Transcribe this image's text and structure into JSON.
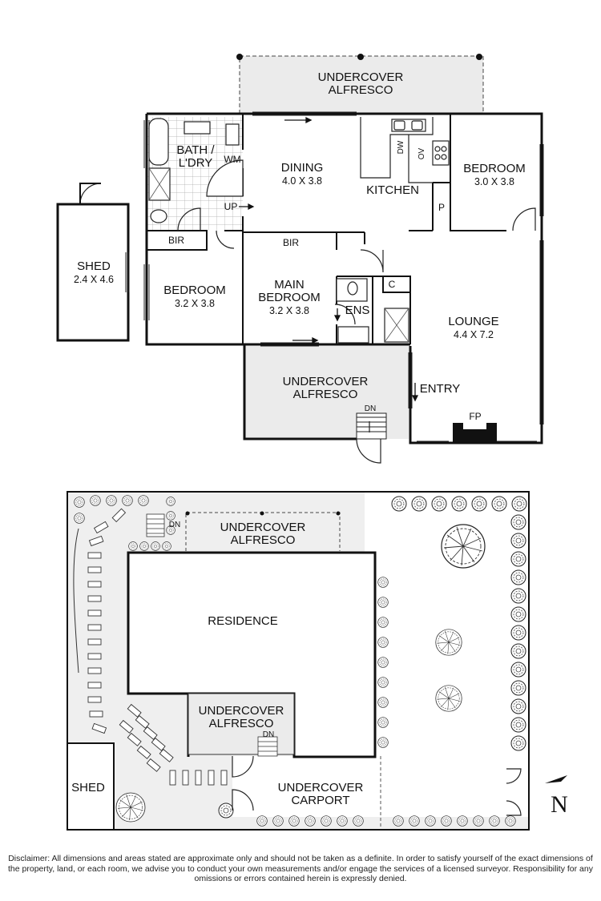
{
  "floor_plan": {
    "alfresco_top": {
      "name": "UNDERCOVER",
      "name2": "ALFRESCO"
    },
    "bath": {
      "name": "BATH /",
      "name2": "L'DRY"
    },
    "wm": "WM",
    "dining": {
      "name": "DINING",
      "dim": "4.0 X 3.8"
    },
    "kitchen": {
      "name": "KITCHEN"
    },
    "dw": "DW",
    "ov": "OV",
    "bedroom_right": {
      "name": "BEDROOM",
      "dim": "3.0 X 3.8"
    },
    "pantry": "P",
    "up": "UP",
    "bir_left": "BIR",
    "bir_mid": "BIR",
    "shed": {
      "name": "SHED",
      "dim": "2.4 X 4.6"
    },
    "bedroom_left": {
      "name": "BEDROOM",
      "dim": "3.2 X 3.8"
    },
    "main_bedroom": {
      "name": "MAIN",
      "name2": "BEDROOM",
      "dim": "3.2 X 3.8"
    },
    "cupboard": "C",
    "ens": "ENS",
    "lounge": {
      "name": "LOUNGE",
      "dim": "4.4 X 7.2"
    },
    "alfresco_bottom": {
      "name": "UNDERCOVER",
      "name2": "ALFRESCO"
    },
    "entry": "ENTRY",
    "dn": "DN",
    "fp": "FP"
  },
  "site_plan": {
    "dn_top": "DN",
    "alfresco_top": {
      "name": "UNDERCOVER",
      "name2": "ALFRESCO"
    },
    "residence": "RESIDENCE",
    "alfresco_bottom": {
      "name": "UNDERCOVER",
      "name2": "ALFRESCO"
    },
    "dn_bottom": "DN",
    "shed": "SHED",
    "carport": {
      "name": "UNDERCOVER",
      "name2": "CARPORT"
    },
    "north": "N"
  },
  "disclaimer": "Disclaimer: All dimensions and areas stated are approximate only and should not be taken as a definite. In order to satisfy yourself of the exact dimensions of the property, land, or each room, we advise you to conduct your own measurements and/or engage the services of a licensed surveyor. Responsibility for any omissions or errors contained herein is expressly denied.",
  "colors": {
    "wall": "#111111",
    "shade": "#ebebeb",
    "paving": "#efefef"
  }
}
